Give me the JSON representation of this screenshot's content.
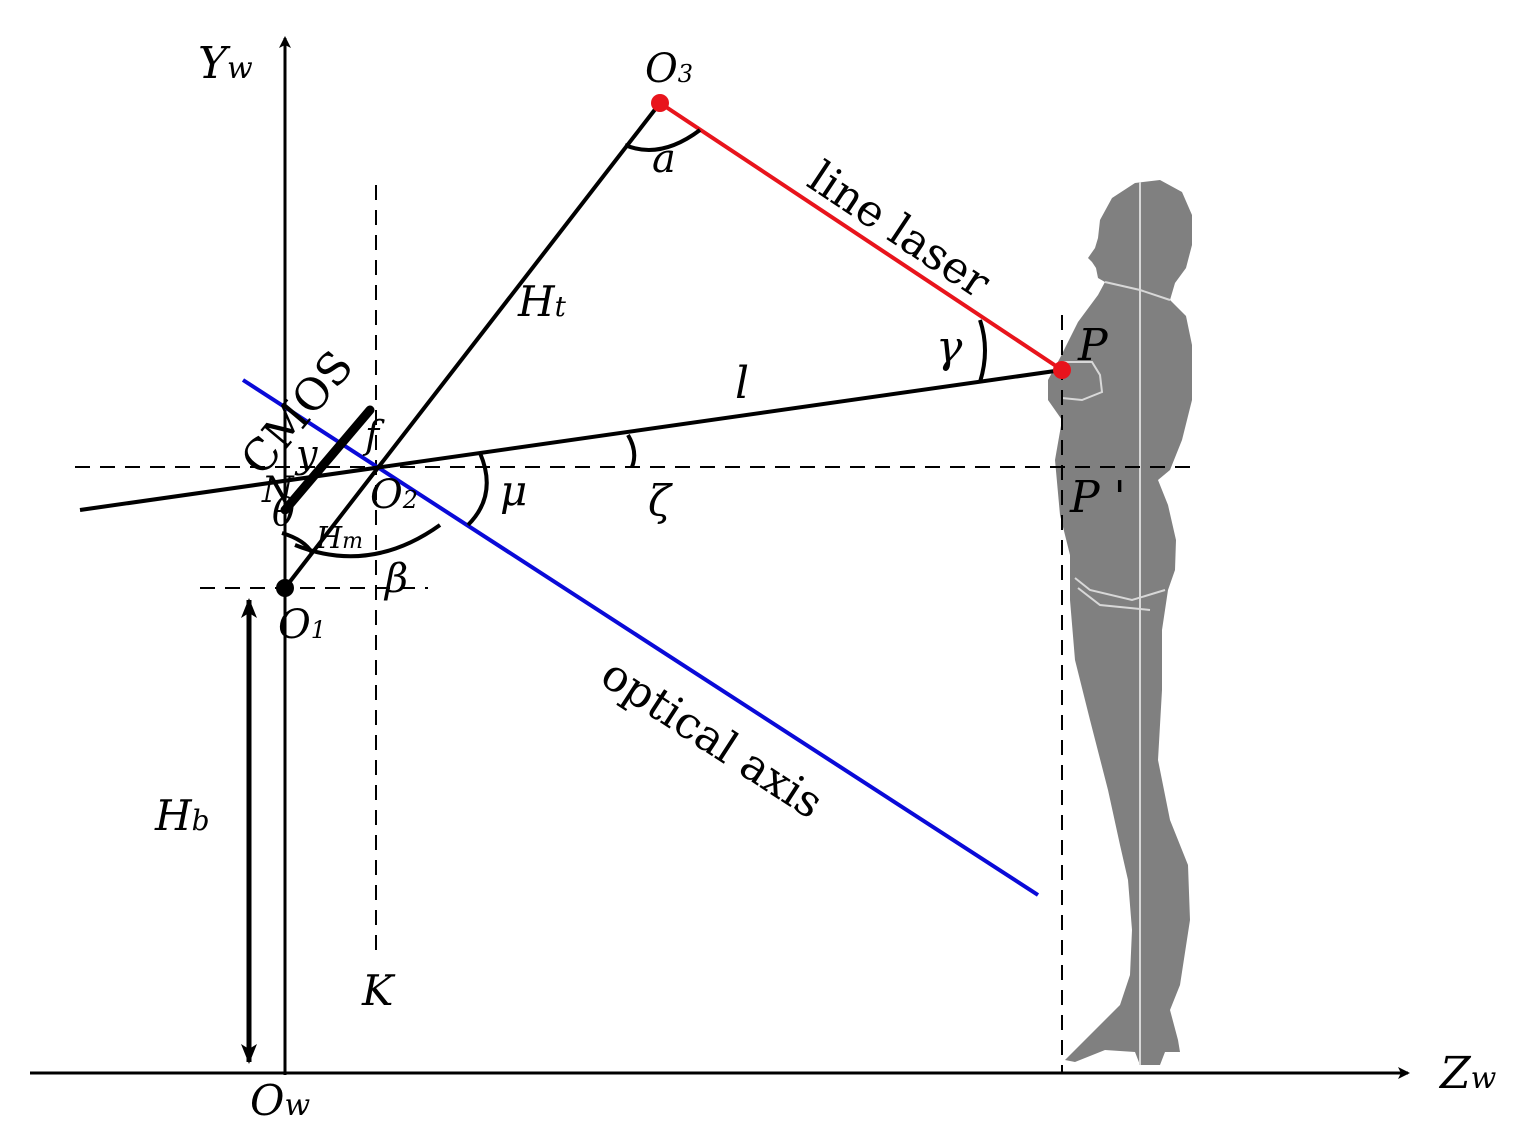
{
  "axes": {
    "y_main": "Y",
    "y_sub": "w",
    "z_main": "Z",
    "z_sub": "w",
    "origin_main": "O",
    "origin_sub": "w"
  },
  "points": {
    "o1_main": "O",
    "o1_sub": "1",
    "o2_main": "O",
    "o2_sub": "2",
    "o3_main": "O",
    "o3_sub": "3",
    "p": "P",
    "p_prime": "P '",
    "k": "K",
    "n": "N"
  },
  "segments": {
    "ht_main": "H",
    "ht_sub": "t",
    "hm_main": "H",
    "hm_sub": "m",
    "hb_main": "H",
    "hb_sub": "b",
    "l": "l",
    "f": "f",
    "y": "y"
  },
  "angles": {
    "alpha": "a",
    "gamma": "γ",
    "mu": "μ",
    "zeta": "ζ",
    "beta": "β",
    "theta": "θ"
  },
  "lines": {
    "laser_label": "line laser",
    "optical_label": "optical axis",
    "sensor_label": "CMOS"
  },
  "colors": {
    "laser": "#e8141c",
    "optical_axis": "#0a0ad8",
    "figure": "#808080",
    "ink": "#000000"
  }
}
